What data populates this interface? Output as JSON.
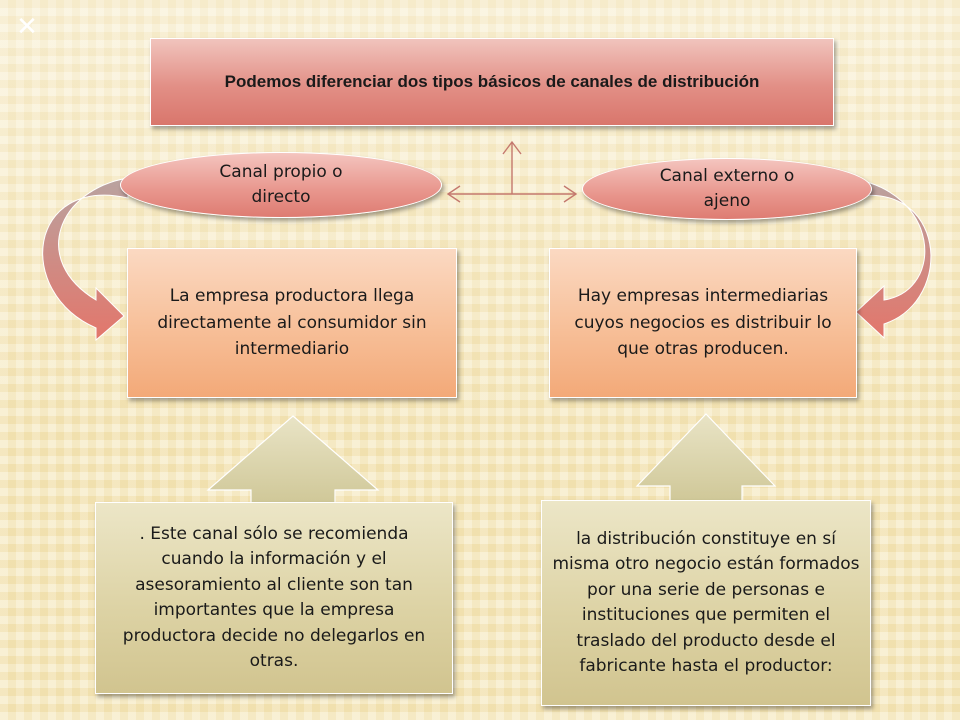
{
  "title": "Podemos diferenciar dos tipos básicos de canales de distribución",
  "ovals": {
    "left": "Canal propio o directo",
    "right": "Canal externo o ajeno"
  },
  "boxes": {
    "left_mid": "La empresa productora llega directamente al consumidor sin intermediario",
    "right_mid": "Hay empresas intermediarias cuyos negocios es distribuir lo que otras producen.",
    "left_bottom": ". Este canal sólo se recomienda cuando la información y el asesoramiento al cliente son tan importantes que la empresa productora decide no delegarlos en otras.",
    "right_bottom": "la distribución constituye en sí misma otro negocio están formados por una serie de personas e instituciones que permiten el traslado del producto desde el fabricante hasta el productor:"
  },
  "colors": {
    "title_fill": "#e28f86",
    "oval_fill": "#e8958c",
    "orange_box_fill": "#f7bf98",
    "tan_box_fill": "#ddd3a5",
    "curved_arrow": "#e07a70",
    "up_arrow": "#d8d2a8",
    "connector_line": "#c4786e"
  },
  "icons": {
    "corner": "x-mark-icon"
  }
}
